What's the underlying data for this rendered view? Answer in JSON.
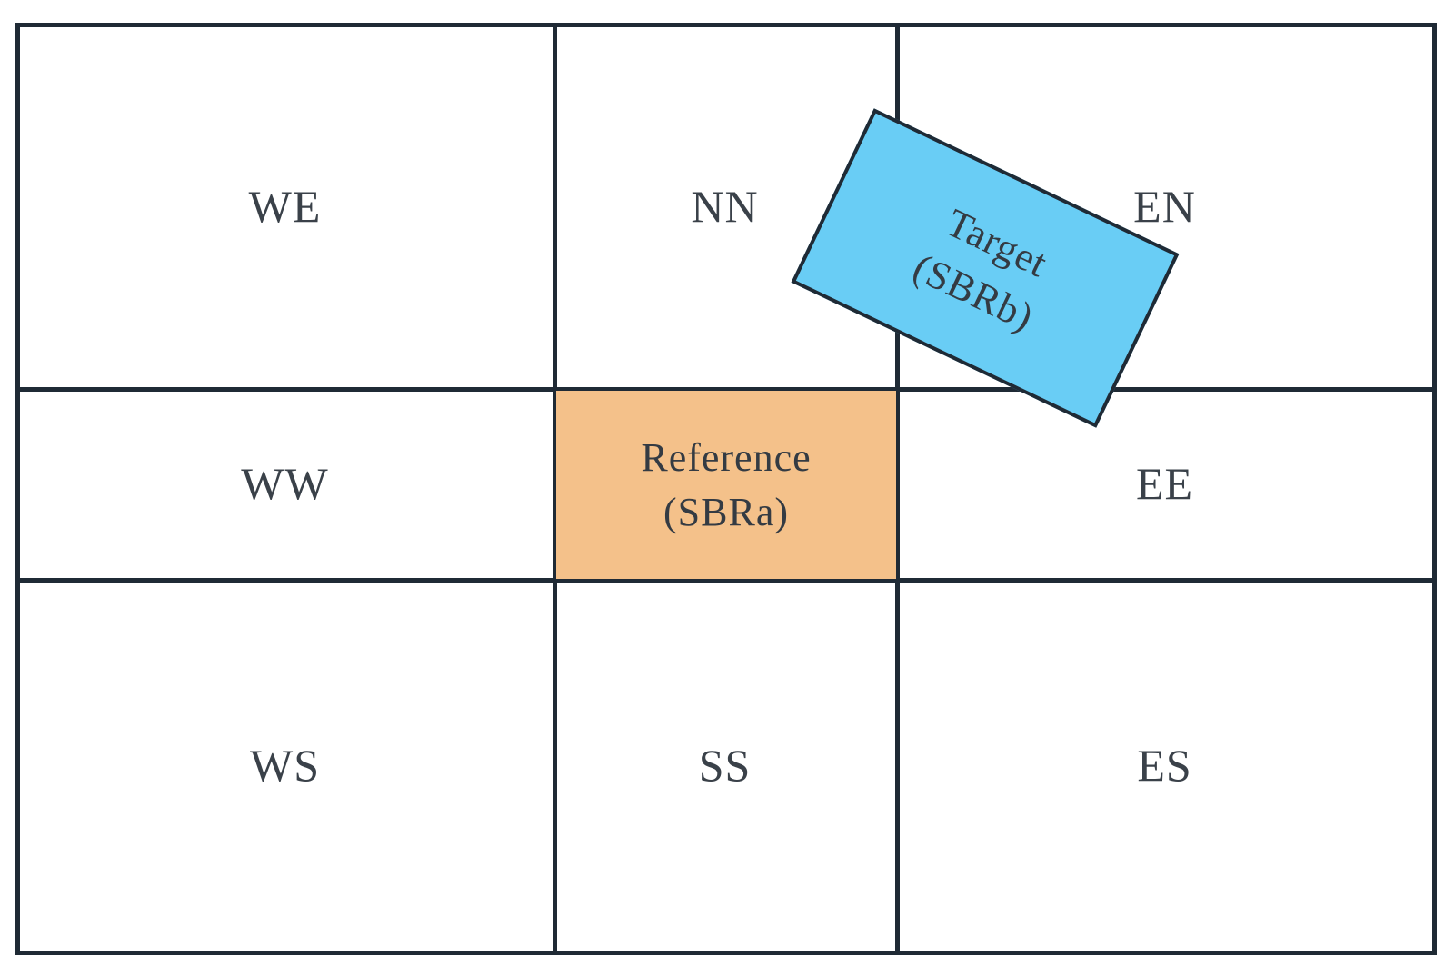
{
  "figure": {
    "background_color": "#ffffff",
    "line_color": "#1f2a35",
    "text_color": "#3a4149"
  },
  "grid": {
    "rows": 3,
    "cols": 3,
    "cells": [
      {
        "label": "WE"
      },
      {
        "label": "NN"
      },
      {
        "label": "EN"
      },
      {
        "label": "WW"
      },
      {
        "label": "EE"
      },
      {
        "label": "WS"
      },
      {
        "label": "SS"
      },
      {
        "label": "ES"
      }
    ]
  },
  "reference_box": {
    "title": "Reference",
    "subtitle": "(SBRa)",
    "fill_color": "#F4C18A",
    "position": "center cell"
  },
  "target_box": {
    "title": "Target",
    "subtitle": "(SBRb)",
    "fill_color": "#69CDF5",
    "rotation_deg": 25.5,
    "position": "overlapping NN and EN cells"
  }
}
